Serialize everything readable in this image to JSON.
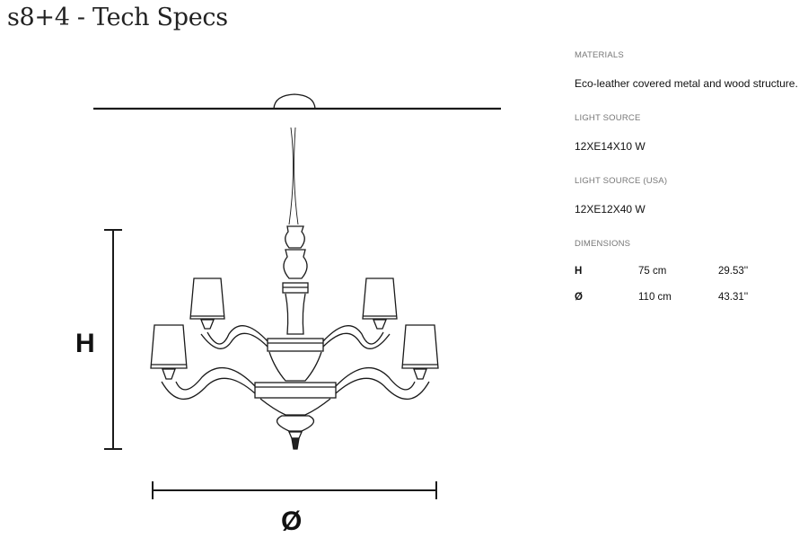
{
  "title": "s8+4 - Tech Specs",
  "drawing": {
    "height_symbol": "H",
    "diameter_symbol": "Ø"
  },
  "specs": {
    "materials_label": "MATERIALS",
    "materials_value": "Eco-leather covered metal and wood structure.",
    "light_source_label": "LIGHT SOURCE",
    "light_source_value": "12XE14X10 W",
    "light_source_usa_label": "LIGHT SOURCE (USA)",
    "light_source_usa_value": "12XE12X40 W",
    "dimensions_label": "DIMENSIONS",
    "dimensions": [
      {
        "symbol": "H",
        "metric": "75 cm",
        "imperial": "29.53''"
      },
      {
        "symbol": "Ø",
        "metric": "110 cm",
        "imperial": "43.31''"
      }
    ]
  },
  "colors": {
    "line": "#1a1a1a",
    "label_gray": "#777777"
  }
}
